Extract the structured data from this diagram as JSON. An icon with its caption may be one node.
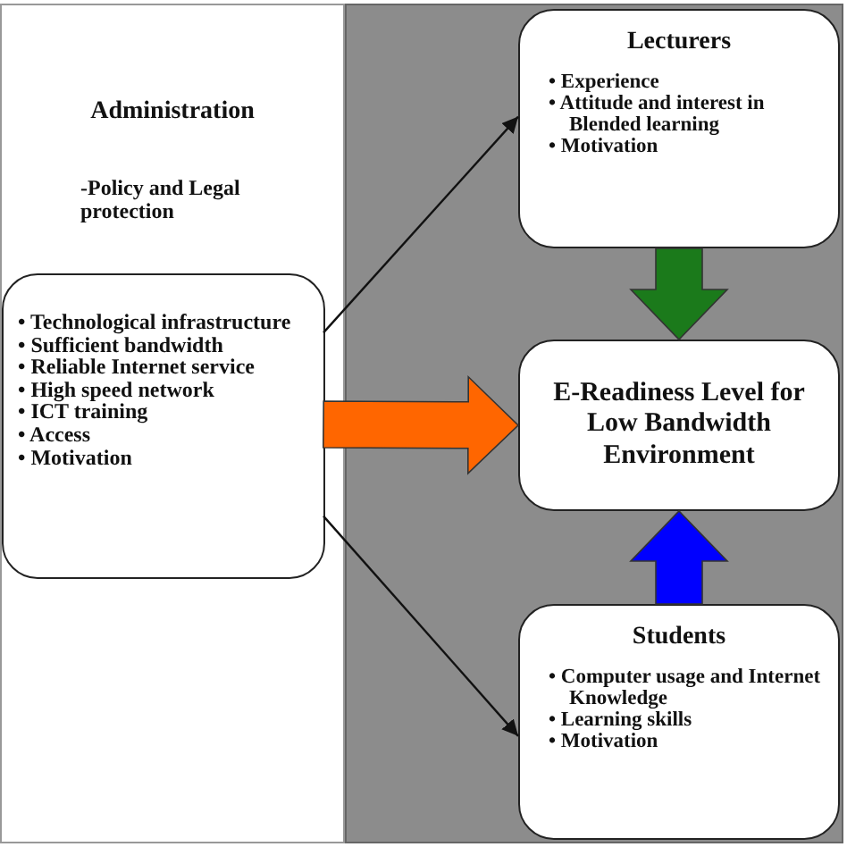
{
  "diagram": {
    "nodes": [
      {
        "text": [
          "Administration",
          "-Policy and Legal protection"
        ]
      },
      {
        "text": [
          "• Technological infrastructure",
          "• Sufficient bandwidth",
          "• Reliable Internet service",
          "• High speed network",
          "• ICT training",
          "• Access",
          "• Motivation"
        ],
        "in": 0
      },
      {
        "text": [
          "Lecturers",
          "• Experience",
          "• Attitude and interest in Blended learning",
          "• Motivation"
        ]
      },
      {
        "text": [
          "E-Readiness Level for Low Bandwidth Environment"
        ]
      },
      {
        "text": [
          "Students",
          "• Computer usage and Internet Knowledge",
          "• Learning skills",
          "• Motivation"
        ]
      }
    ],
    "edges": [
      {
        "from": 1,
        "to": 2,
        "arrow": "to"
      },
      {
        "from": 1,
        "to": 4,
        "arrow": "to"
      },
      {
        "from": 1,
        "to": 3,
        "arrow": "to",
        "style": "thick",
        "color": "#ff6600"
      },
      {
        "from": 2,
        "to": 3,
        "arrow": "to",
        "style": "thick",
        "color": "#1b7a1b"
      },
      {
        "from": 4,
        "to": 3,
        "arrow": "to",
        "style": "thick",
        "color": "#0000ff"
      }
    ]
  }
}
